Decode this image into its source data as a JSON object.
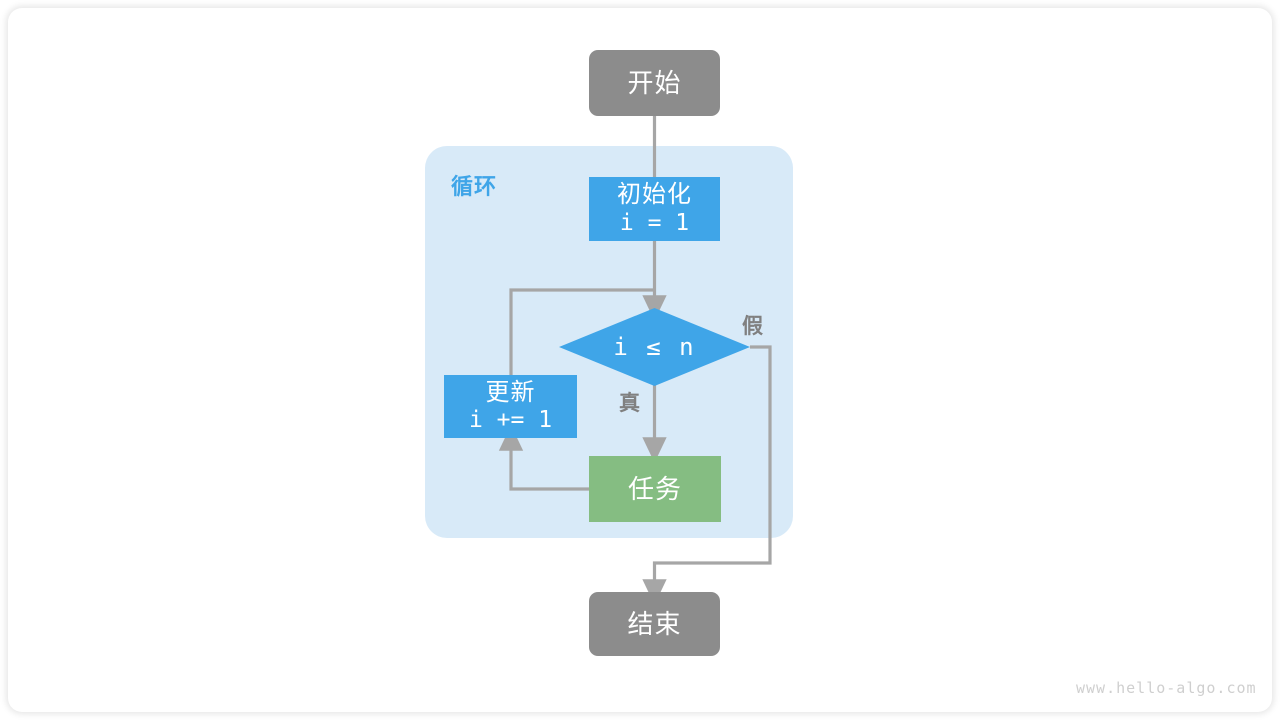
{
  "diagram": {
    "title": "for-loop-flowchart",
    "watermark": "www.hello-algo.com",
    "colors": {
      "terminal": "#8c8c8c",
      "process_blue": "#3fa5e8",
      "task_green": "#85bd82",
      "loop_container": "#d8eaf8",
      "loop_label": "#3fa5e8",
      "wire": "#a6a6a6",
      "edge_label": "#808080",
      "page_background": "#ffffff",
      "node_text": "#ffffff",
      "watermark_text": "#cfcfcf"
    },
    "loop_container": {
      "label": "循环"
    },
    "nodes": [
      {
        "id": "start",
        "shape": "rounded-rect",
        "lines": [
          "开始"
        ]
      },
      {
        "id": "init",
        "shape": "rect",
        "lines": [
          "初始化",
          "i = 1"
        ]
      },
      {
        "id": "cond",
        "shape": "diamond",
        "lines": [
          "i ≤ n"
        ]
      },
      {
        "id": "update",
        "shape": "rect",
        "lines": [
          "更新",
          "i += 1"
        ]
      },
      {
        "id": "task",
        "shape": "rect",
        "lines": [
          "任务"
        ]
      },
      {
        "id": "end",
        "shape": "rounded-rect",
        "lines": [
          "结束"
        ]
      }
    ],
    "edge_labels": {
      "true": "真",
      "false": "假"
    }
  }
}
